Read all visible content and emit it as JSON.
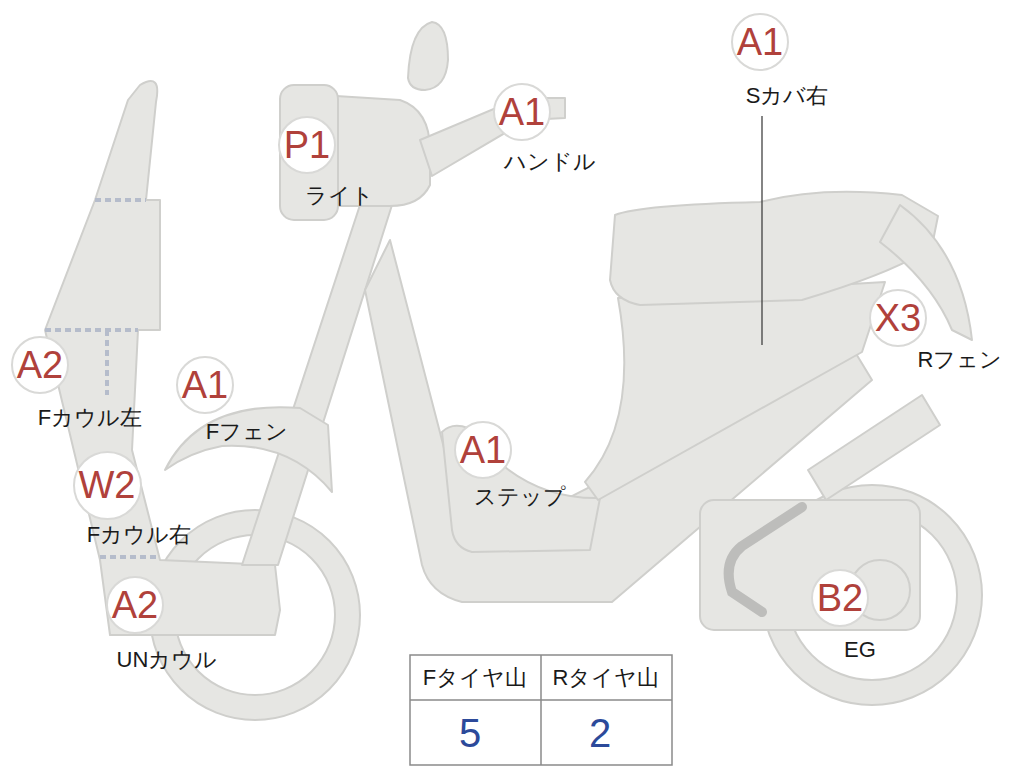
{
  "diagram": {
    "nodes": [
      {
        "text": [
          "A1",
          "Sカバ右"
        ]
      },
      {
        "text": [
          "A1",
          "ハンドル"
        ]
      },
      {
        "text": [
          "P1",
          "ライト"
        ]
      },
      {
        "text": [
          "X3",
          "Rフェン"
        ]
      },
      {
        "text": [
          "A2",
          "Fカウル左"
        ]
      },
      {
        "text": [
          "A1",
          "Fフェン"
        ]
      },
      {
        "text": [
          "A1",
          "ステップ"
        ]
      },
      {
        "text": [
          "W2",
          "Fカウル右"
        ]
      },
      {
        "text": [
          "A2",
          "UNカウル"
        ]
      },
      {
        "text": [
          "B2",
          "EG"
        ]
      }
    ],
    "labels": [
      "Fタイヤ山",
      "Rタイヤ山",
      "5",
      "2"
    ]
  }
}
